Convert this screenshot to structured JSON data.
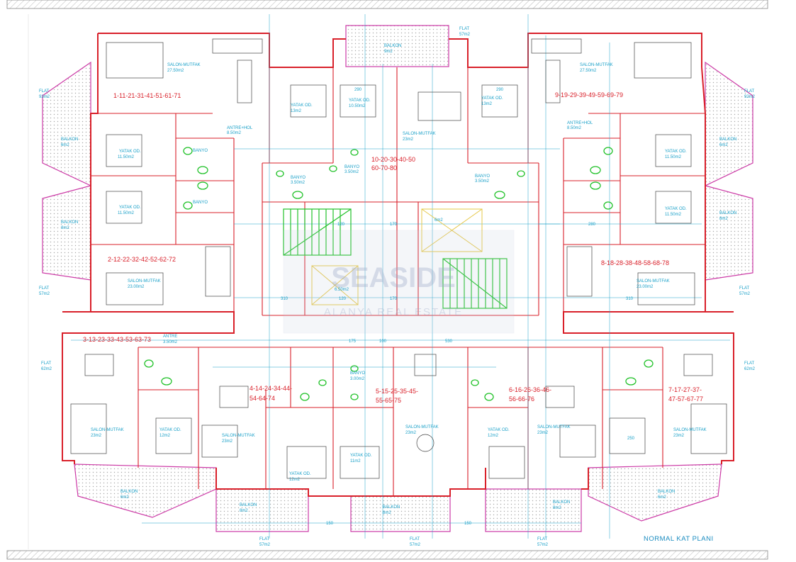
{
  "title": "NORMAL KAT PLANI",
  "watermark": {
    "brand": "SEASIDE",
    "sub": "ALANYA REAL ESTATE"
  },
  "colors": {
    "wall": "#d9202a",
    "dim": "#1aa0c8",
    "stair": "#22c22a",
    "balcony_hatch": "#b8b8b8",
    "watermark": "#9aa8c8"
  },
  "units": {
    "u1": "1-11-21-31-41-51-61-71",
    "u2": "2-12-22-32-42-52-62-72",
    "u3": "3-13-23-33-43-53-63-73",
    "u4a": "4-14-24-34-44-",
    "u4b": "54-64-74",
    "u5a": "5-15-25-35-45-",
    "u5b": "55-65-75",
    "u6a": "6-16-26-36-46-",
    "u6b": "56-66-76",
    "u7a": "7-17-27-37-",
    "u7b": "47-57-67-77",
    "u8": "8-18-28-38-48-58-68-78",
    "u9": "9-19-29-39-49-59-69-79",
    "u10a": "10-20-30-40-50",
    "u10b": "60-70-80"
  },
  "rooms": {
    "salon_mutfak": "SALON-MUTFAK",
    "yatak_od": "YATAK OD.",
    "banyo": "BANYO",
    "antre_hol": "ANTRE+HOL",
    "antre": "ANTRE",
    "balkon": "BALKON",
    "flat": "FLAT"
  },
  "areas": {
    "a27_50": "27.50m2",
    "a23_00": "23.00m2",
    "a23": "23m2",
    "a13": "13m2",
    "a12": "12m2",
    "a11": "11m2",
    "a10_50": "10.50m2",
    "a11_50": "11.50m2",
    "a8_50": "8.50m2",
    "a3_50": "3.50m2",
    "a3_00": "3.00m2",
    "a6_50": "6.50m2",
    "a9": "9m2",
    "a57": "57m2",
    "a62": "62m2",
    "a92": "92m2",
    "a6": "6m2",
    "a8": "8m2"
  },
  "dims": {
    "d120": "120",
    "d170": "170",
    "d280": "280",
    "d310": "310",
    "d530": "530",
    "d175": "175",
    "d100": "100",
    "d150": "150",
    "d290": "290",
    "d250": "250"
  }
}
